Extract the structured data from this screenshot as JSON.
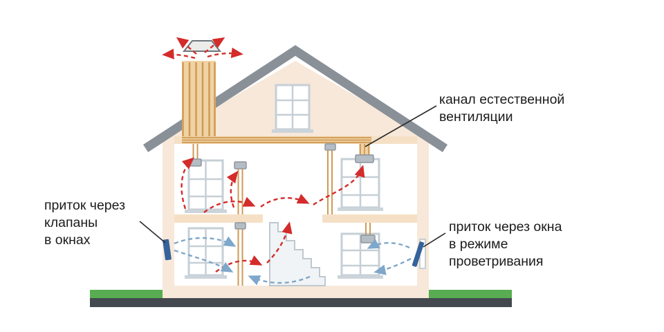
{
  "diagram": {
    "labels": {
      "vent_channel": {
        "lines": [
          "канал естественной",
          "вентиляции"
        ]
      },
      "inflow_valves": {
        "lines": [
          "приток через",
          "клапаны",
          "в окнах"
        ]
      },
      "inflow_windows": {
        "lines": [
          "приток через окна",
          "в режиме",
          "проветривания"
        ]
      }
    },
    "colors": {
      "roof": "#8a9097",
      "walls": "#f7e8d9",
      "floor_bands": "#f5e0c6",
      "vent_duct": "#cf9a55",
      "duct_fill": "#f0d3a4",
      "window_frame": "#c6cfd6",
      "grille": "#b4bdc4",
      "valve": "#35639b",
      "warm_exhaust_air": "#d42b2b",
      "fresh_supply_air": "#7ea7c9",
      "grass": "#58ad52",
      "ground": "#43494e",
      "text": "#1b1b1b"
    }
  }
}
